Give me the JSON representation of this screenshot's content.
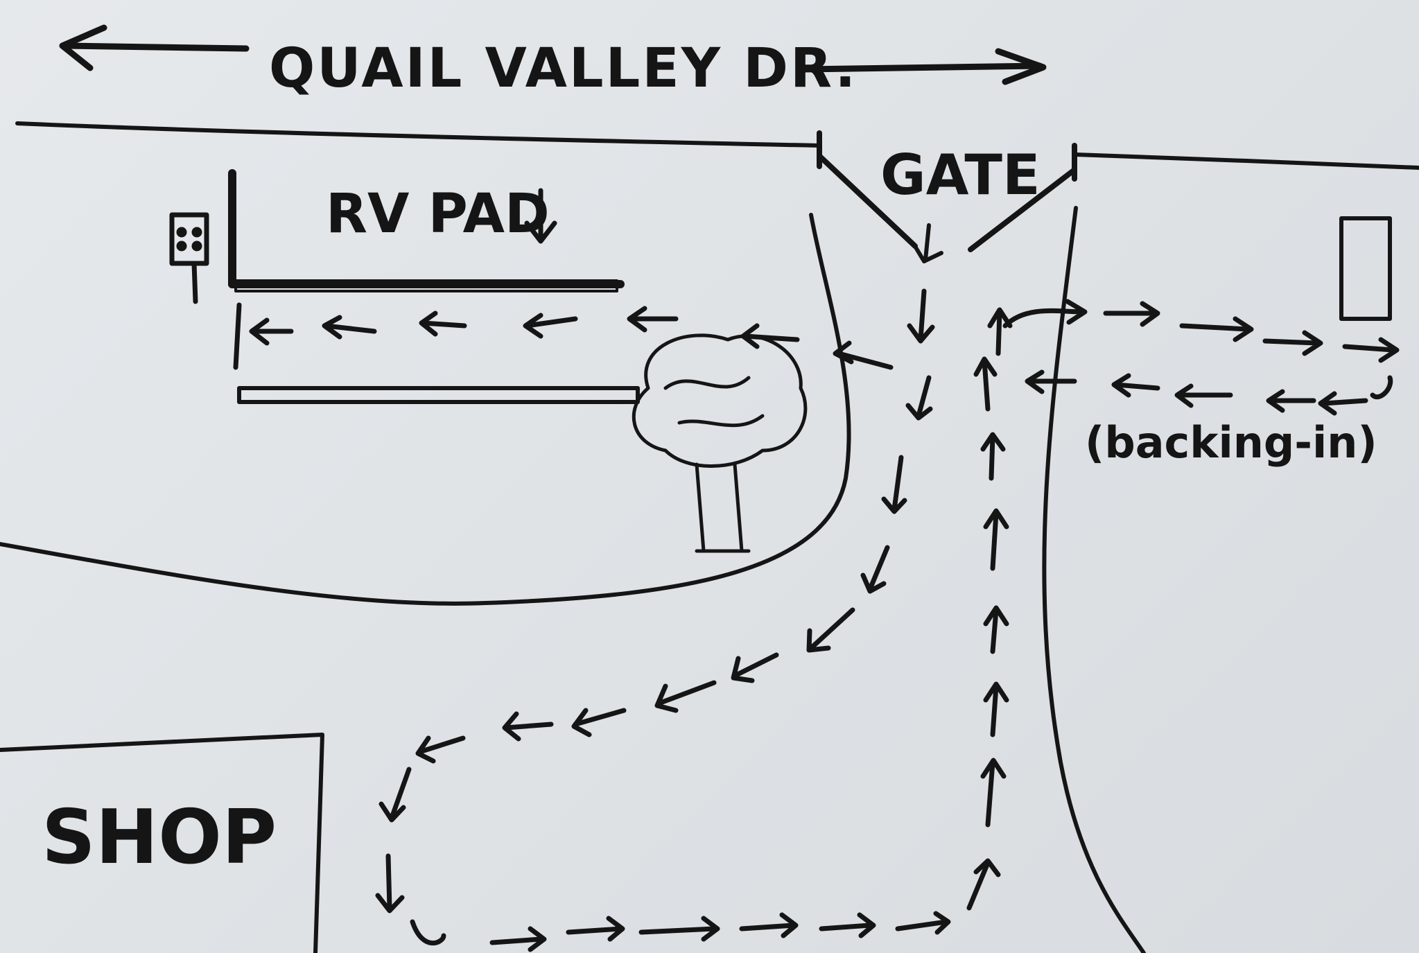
{
  "labels": {
    "street": "QUAIL VALLEY DR.",
    "gate": "GATE",
    "rv_pad": "RV PAD",
    "shop": "SHOP",
    "backing_in": "(backing-in)"
  }
}
